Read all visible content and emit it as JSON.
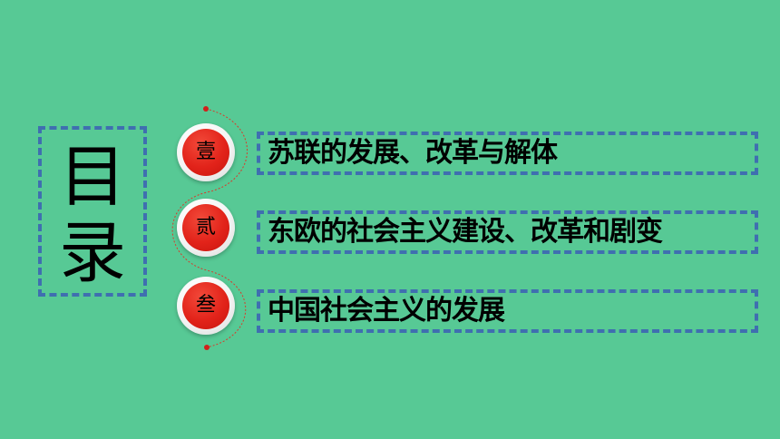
{
  "title": {
    "char1": "目",
    "char2": "录"
  },
  "items": [
    {
      "badge": "壹",
      "label": "苏联的发展、改革与解体"
    },
    {
      "badge": "贰",
      "label": "东欧的社会主义建设、改革和剧变"
    },
    {
      "badge": "叁",
      "label": "中国社会主义的发展"
    }
  ],
  "colors": {
    "background": "#57c995",
    "dash_border": "#3f6fb0",
    "badge_red": "#e2231a"
  }
}
